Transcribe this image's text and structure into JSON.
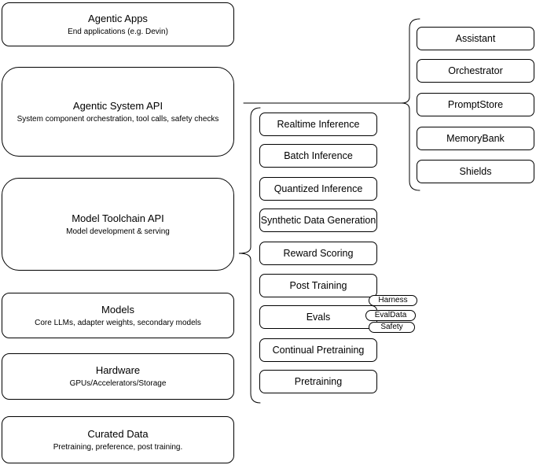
{
  "colors": {
    "background": "#ffffff",
    "node_fill": "#ffffff",
    "node_stroke": "#000000",
    "text": "#000000"
  },
  "stack_layers": [
    {
      "title": "Agentic Apps",
      "subtitle": "End applications (e.g. Devin)"
    },
    {
      "title": "Agentic System API",
      "subtitle": "System component orchestration, tool calls, safety checks"
    },
    {
      "title": "Model Toolchain API",
      "subtitle": "Model development & serving"
    },
    {
      "title": "Models",
      "subtitle": "Core LLMs, adapter weights, secondary models"
    },
    {
      "title": "Hardware",
      "subtitle": "GPUs/Accelerators/Storage"
    },
    {
      "title": "Curated Data",
      "subtitle": "Pretraining, preference, post training."
    }
  ],
  "toolchain_nodes": [
    "Realtime Inference",
    "Batch Inference",
    "Quantized Inference",
    "Synthetic Data Generation",
    "Reward Scoring",
    "Post Training",
    "Evals",
    "Continual Pretraining",
    "Pretraining"
  ],
  "eval_tags": [
    "Harness",
    "EvalData",
    "Safety"
  ],
  "system_components": [
    "Assistant",
    "Orchestrator",
    "PromptStore",
    "MemoryBank",
    "Shields"
  ]
}
